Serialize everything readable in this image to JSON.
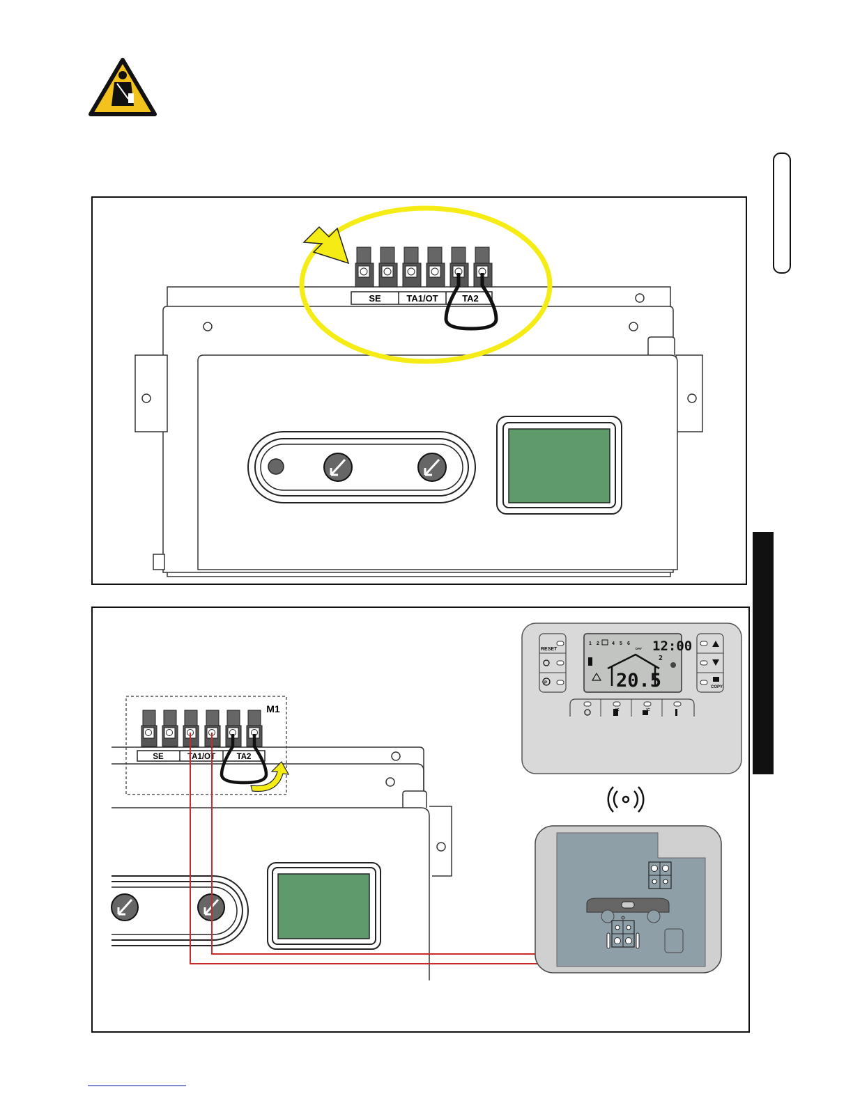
{
  "warning_icon": "electrician-hazard-icon",
  "wireless_icon": "wireless-signal-icon",
  "colors": {
    "highlight": "#f5ec16",
    "wire": "#cc2a2a",
    "display": "#5f9a6a",
    "arrow": "#f5ec16"
  },
  "figure1": {
    "terminal_labels": [
      "SE",
      "TA1/OT",
      "TA2"
    ]
  },
  "figure2": {
    "block_label": "M1",
    "terminal_labels": [
      "SE",
      "TA1/OT",
      "TA2"
    ],
    "remote": {
      "time": "12:00",
      "temp": "20.5",
      "day_numbers": [
        "1",
        "2",
        "4",
        "5",
        "6"
      ],
      "day_small": "DAY",
      "reset_label": "RESET",
      "copy_label": "COPY",
      "outside": "2",
      "degc": "°C"
    }
  }
}
